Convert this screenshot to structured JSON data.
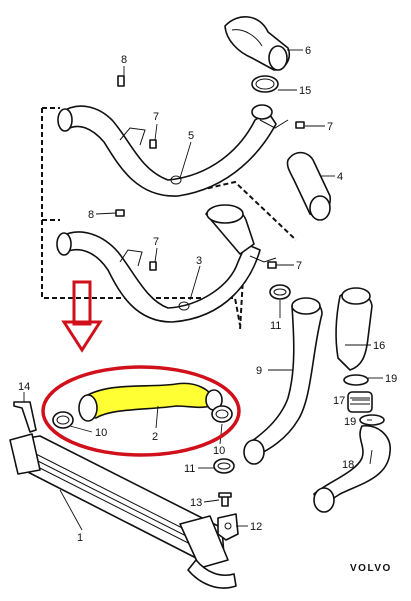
{
  "diagram": {
    "brand": "VOLVO",
    "highlight_color": "#ffff33",
    "circle_color": "#d0101a",
    "arrow_color": "#d0101a",
    "callouts": [
      "1",
      "2",
      "3",
      "4",
      "5",
      "6",
      "7",
      "7",
      "7",
      "7",
      "8",
      "8",
      "9",
      "10",
      "10",
      "11",
      "11",
      "12",
      "13",
      "14",
      "15",
      "16",
      "17",
      "18",
      "19",
      "19"
    ]
  }
}
